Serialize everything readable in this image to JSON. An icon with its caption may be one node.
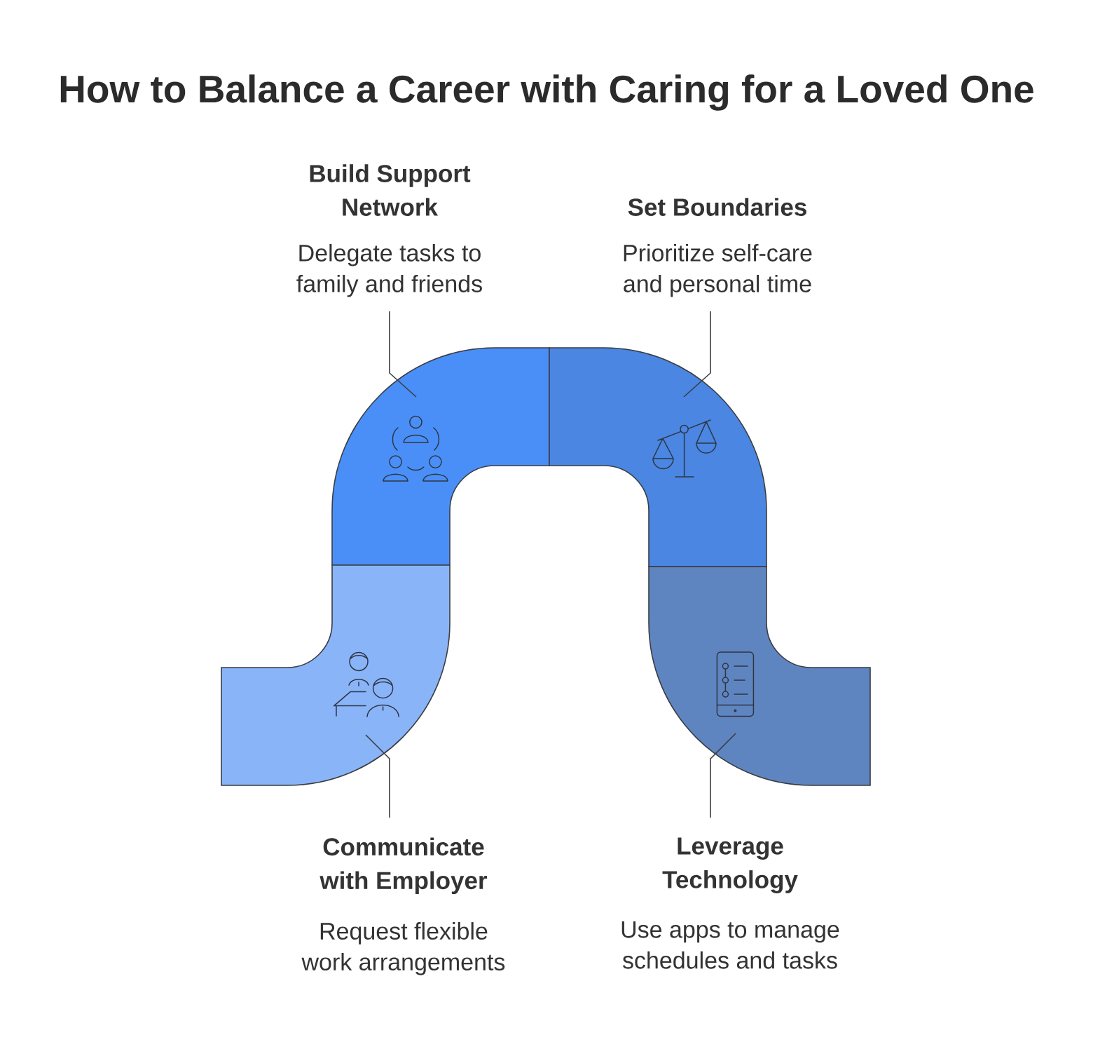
{
  "diagram": {
    "title": "How to Balance a Career with Caring for a Loved One",
    "nodes": [
      {
        "text": [
          "Build Support Network",
          "Delegate tasks to family and friends"
        ]
      },
      {
        "text": [
          "Set Boundaries",
          "Prioritize self-care and personal time"
        ]
      },
      {
        "text": [],
        "shape": "band"
      },
      {
        "text": [],
        "shape": "band"
      },
      {
        "text": [],
        "shape": "band"
      },
      {
        "text": [],
        "shape": "band"
      },
      {
        "text": [
          "Communicate with Employer",
          "Request flexible work arrangements"
        ]
      },
      {
        "text": [
          "Leverage Technology",
          "Use apps to manage schedules and tasks"
        ]
      }
    ],
    "edges": [
      {
        "from": 0,
        "to": 2,
        "arrow": "none"
      },
      {
        "from": 1,
        "to": 3,
        "arrow": "none"
      },
      {
        "from": 6,
        "to": 4,
        "arrow": "none"
      },
      {
        "from": 7,
        "to": 5,
        "arrow": "none"
      }
    ]
  }
}
